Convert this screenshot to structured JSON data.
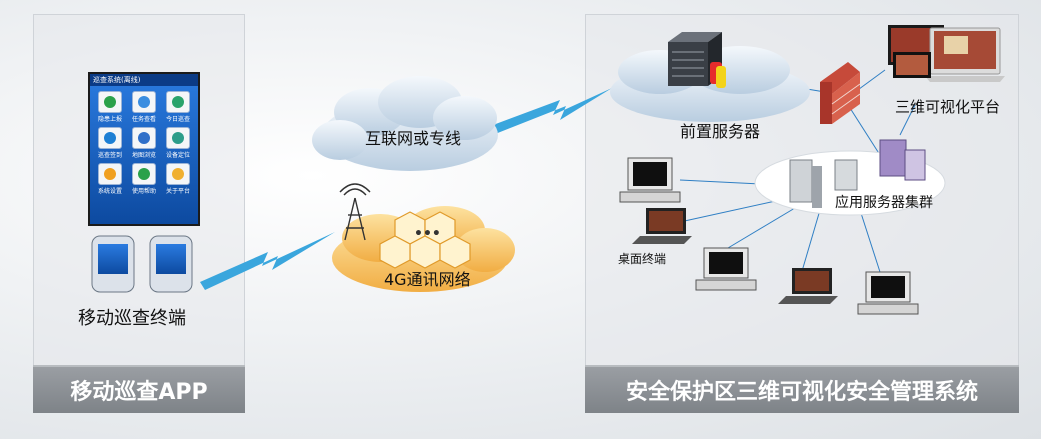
{
  "labels": {
    "internet": "互联网或专线",
    "network_4g": "4G通讯网络",
    "front_server": "前置服务器",
    "platform_3d": "三维可视化平台",
    "app_cluster": "应用服务器集群",
    "desktop": "桌面终端",
    "mobile_terminal": "移动巡查终端"
  },
  "footers": {
    "left": "移动巡查APP",
    "right": "安全保护区三维可视化安全管理系统"
  },
  "phone_screen": {
    "title": "巡查系统(离线)",
    "apps": [
      "隐患上报",
      "任务查看",
      "今日巡查",
      "巡查签到",
      "地图浏览",
      "设备定位",
      "系统设置",
      "使用帮助",
      "关于平台"
    ]
  },
  "colors": {
    "lightning": "#3aa6dd",
    "cloud_orange": "#f7c86a",
    "footer_gray": "#8a8e93",
    "phone_blue": "#1a6fd0"
  }
}
